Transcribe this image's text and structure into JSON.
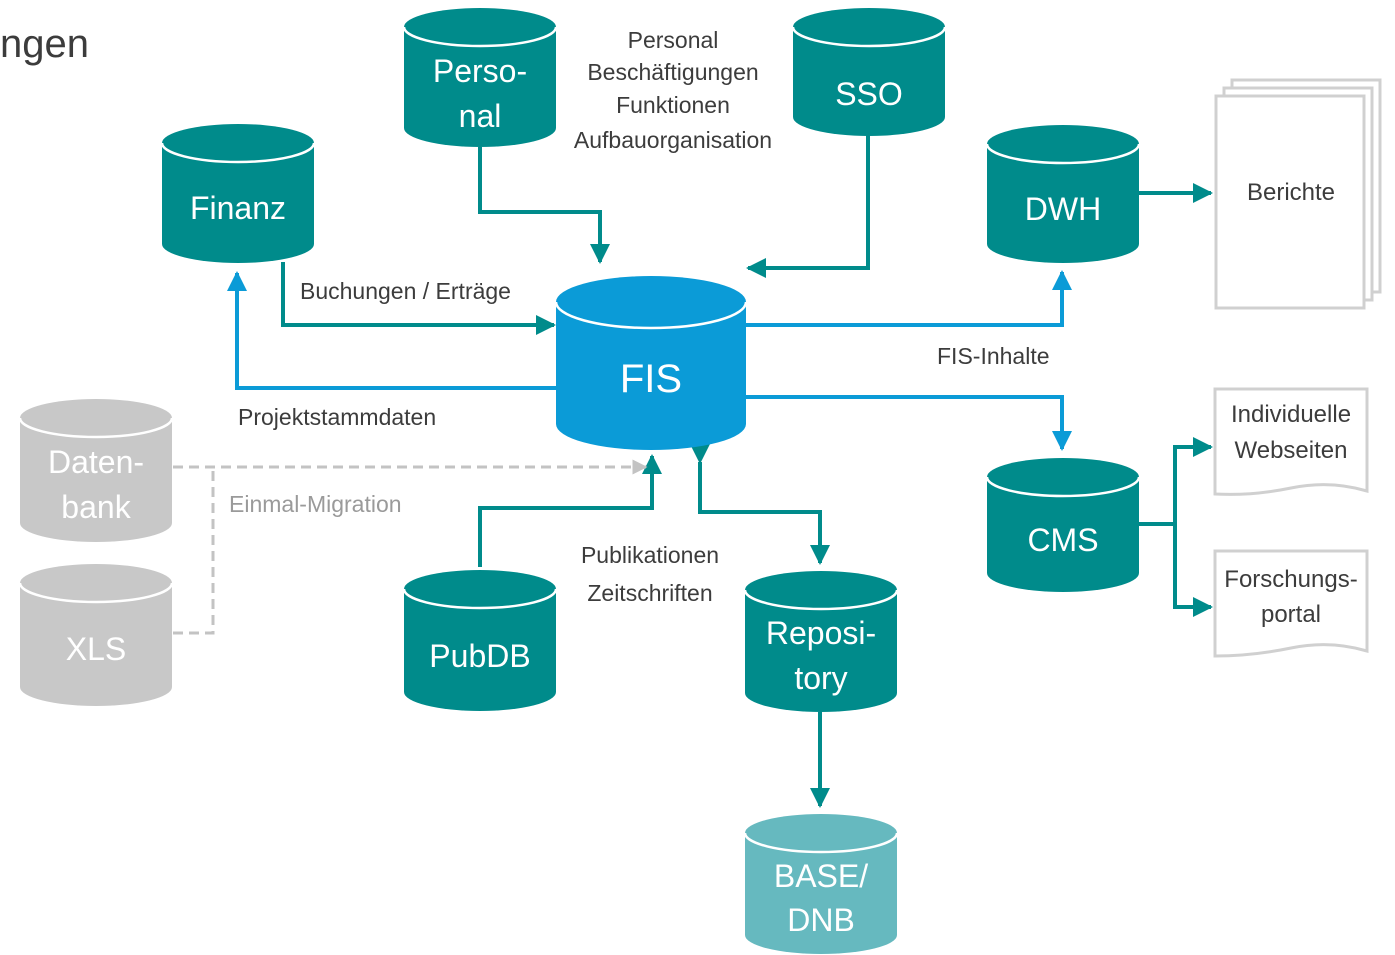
{
  "title_fragment": "ngen",
  "colors": {
    "teal": "#008b8b",
    "teal_light": "#66b9bf",
    "blue": "#0b9bd7",
    "grey_db": "#c8c8c8",
    "grey_line": "#c3c3c3",
    "text": "#3c3c3c"
  },
  "databases": {
    "personal": {
      "line1": "Perso-",
      "line2": "nal"
    },
    "sso": "SSO",
    "finanz": "Finanz",
    "fis": "FIS",
    "dwh": "DWH",
    "cms": "CMS",
    "pubdb": "PubDB",
    "repository": {
      "line1": "Reposi-",
      "line2": "tory"
    },
    "base_dnb": {
      "line1": "BASE/",
      "line2": "DNB"
    },
    "datenbank": {
      "line1": "Daten-",
      "line2": "bank"
    },
    "xls": "XLS"
  },
  "edge_labels": {
    "personal_data": [
      "Personal",
      "Beschäftigungen",
      "Funktionen",
      "Aufbauorganisation"
    ],
    "buchungen": "Buchungen / Erträge",
    "projektstammdaten": "Projektstammdaten",
    "fis_inhalte": "FIS-Inhalte",
    "einmal_migration": "Einmal-Migration",
    "publikationen": [
      "Publikationen",
      "Zeitschriften"
    ]
  },
  "documents": {
    "berichte": "Berichte",
    "individuelle": {
      "line1": "Individuelle",
      "line2": "Webseiten"
    },
    "forschungsportal": {
      "line1": "Forschungs-",
      "line2": "portal"
    }
  }
}
